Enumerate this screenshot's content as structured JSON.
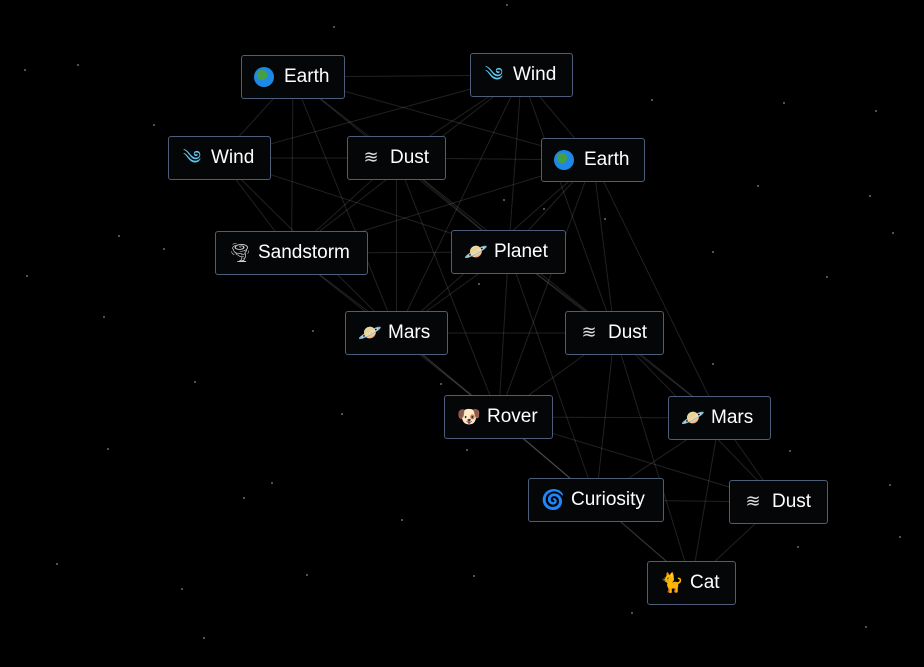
{
  "elements": [
    {
      "id": "n1",
      "label": "Earth",
      "icon": "earth-globe-icon"
    },
    {
      "id": "n2",
      "label": "Wind",
      "icon": "wind-face-icon"
    },
    {
      "id": "n3",
      "label": "Wind",
      "icon": "wind-face-icon"
    },
    {
      "id": "n4",
      "label": "Dust",
      "icon": "dash-wavy-icon"
    },
    {
      "id": "n5",
      "label": "Earth",
      "icon": "earth-globe-icon"
    },
    {
      "id": "n6",
      "label": "Sandstorm",
      "icon": "tornado-icon"
    },
    {
      "id": "n7",
      "label": "Planet",
      "icon": "ringed-planet-icon"
    },
    {
      "id": "n8",
      "label": "Mars",
      "icon": "ringed-planet-icon"
    },
    {
      "id": "n9",
      "label": "Dust",
      "icon": "dash-wavy-icon"
    },
    {
      "id": "n10",
      "label": "Rover",
      "icon": "dog-face-icon"
    },
    {
      "id": "n11",
      "label": "Mars",
      "icon": "ringed-planet-icon"
    },
    {
      "id": "n12",
      "label": "Curiosity",
      "icon": "galaxy-icon"
    },
    {
      "id": "n13",
      "label": "Dust",
      "icon": "dash-wavy-icon"
    },
    {
      "id": "n14",
      "label": "Cat",
      "icon": "cat-icon"
    }
  ],
  "colors": {
    "background": "#000000",
    "node_border": "#4d5d7a",
    "node_fill": "#050608",
    "text": "#ffffff",
    "line": "#ffffff"
  }
}
